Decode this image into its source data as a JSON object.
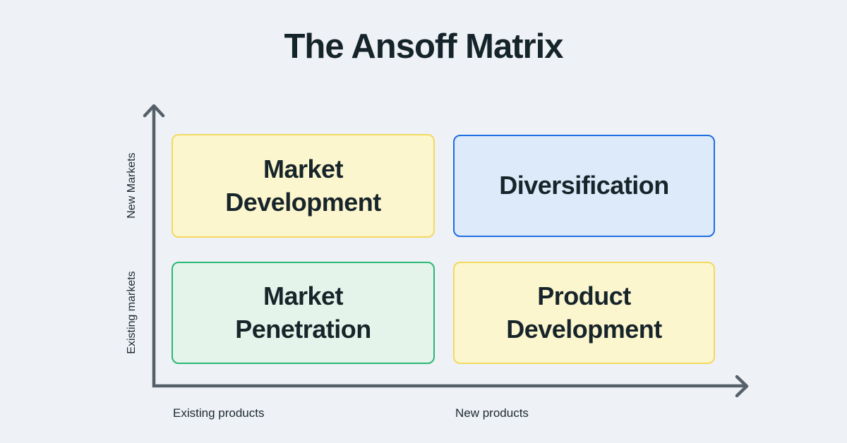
{
  "title": "The Ansoff Matrix",
  "quadrants": {
    "top_left": {
      "label": "Market Development",
      "fill": "#FCF6CE",
      "border": "#F3D95F"
    },
    "top_right": {
      "label": "Diversification",
      "fill": "#DDEAFA",
      "border": "#1D6FE3"
    },
    "bottom_left": {
      "label": "Market Penetration",
      "fill": "#E5F4EA",
      "border": "#2BB873"
    },
    "bottom_right": {
      "label": "Product Development",
      "fill": "#FCF6CE",
      "border": "#F3D95F"
    }
  },
  "axes": {
    "y": {
      "top_label": "New Markets",
      "bottom_label": "Existing markets"
    },
    "x": {
      "left_label": "Existing products",
      "right_label": "New products"
    }
  },
  "colors": {
    "background": "#EEF1F5",
    "heading_text": "#15242A",
    "box_text": "#17252A",
    "axis_stroke": "#566069"
  }
}
